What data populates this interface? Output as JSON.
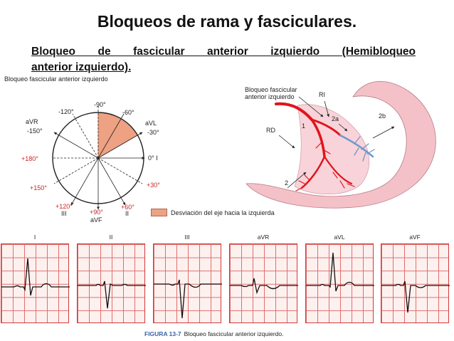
{
  "title": "Bloqueos de rama y fasciculares.",
  "subtitle": {
    "line1": "Bloqueo de fascicular anterior izquierdo (Hemibloqueo",
    "line2": "anterior izquierdo)."
  },
  "figure_label": "Bloqueo fascicular anterior izquierdo",
  "axis_wheel": {
    "labels": {
      "top": "-90°",
      "m60": "-60°",
      "m120": "-120°",
      "avr": "aVR",
      "m150": "-150°",
      "avl": "aVL",
      "m30": "-30°",
      "p180": "+180°",
      "zero_i": "0° I",
      "p150": "+150°",
      "p30": "+30°",
      "p120": "+120°",
      "iii": "III",
      "p90": "+90°",
      "avf": "aVF",
      "p60": "+60°",
      "ii": "II"
    },
    "highlight_color": "#eea183"
  },
  "heart": {
    "labels": {
      "block": "Bloqueo fascicular",
      "block2": "anterior izquierdo",
      "ri": "RI",
      "rd": "RD",
      "a2a": "2a",
      "a2b": "2b",
      "n1": "1",
      "n2": "2"
    },
    "muscle_color": "#f2b9c2",
    "conduction_color": "#e0141d",
    "blocked_color": "#6f98cc"
  },
  "legend": "Desviación del eje hacia la izquierda",
  "ecg": {
    "leads": [
      "I",
      "II",
      "III",
      "aVR",
      "aVL",
      "aVF"
    ],
    "grid_color": "#df6e6e"
  },
  "caption": {
    "figure": "FIGURA 13-7",
    "text": "Bloqueo fascicular anterior izquierdo."
  }
}
